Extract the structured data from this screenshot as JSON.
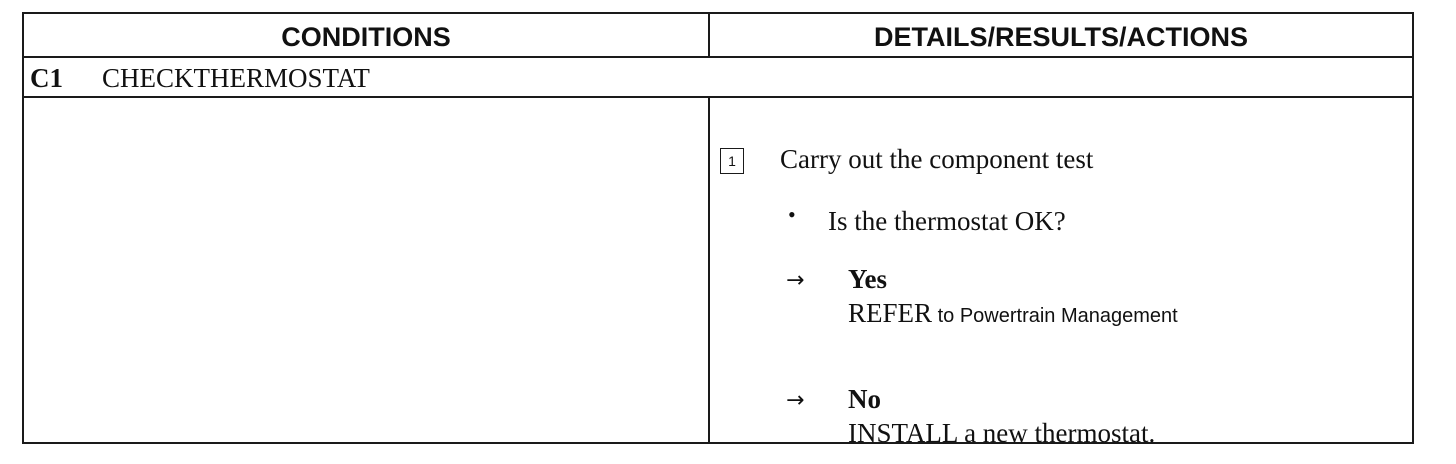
{
  "header": {
    "conditions": "CONDITIONS",
    "details": "DETAILS/RESULTS/ACTIONS"
  },
  "section": {
    "code": "C1",
    "title": "CHECKTHERMOSTAT"
  },
  "step": {
    "number": "1",
    "instruction": "Carry out the component test",
    "question": "Is the thermostat OK?",
    "bullet": "•",
    "arrow": "→",
    "yes": {
      "label": "Yes",
      "action_keyword": "REFER",
      "action_connector": " to ",
      "action_rest": "Powertrain Management"
    },
    "no": {
      "label": "No",
      "action": "INSTALL a new thermostat."
    }
  }
}
